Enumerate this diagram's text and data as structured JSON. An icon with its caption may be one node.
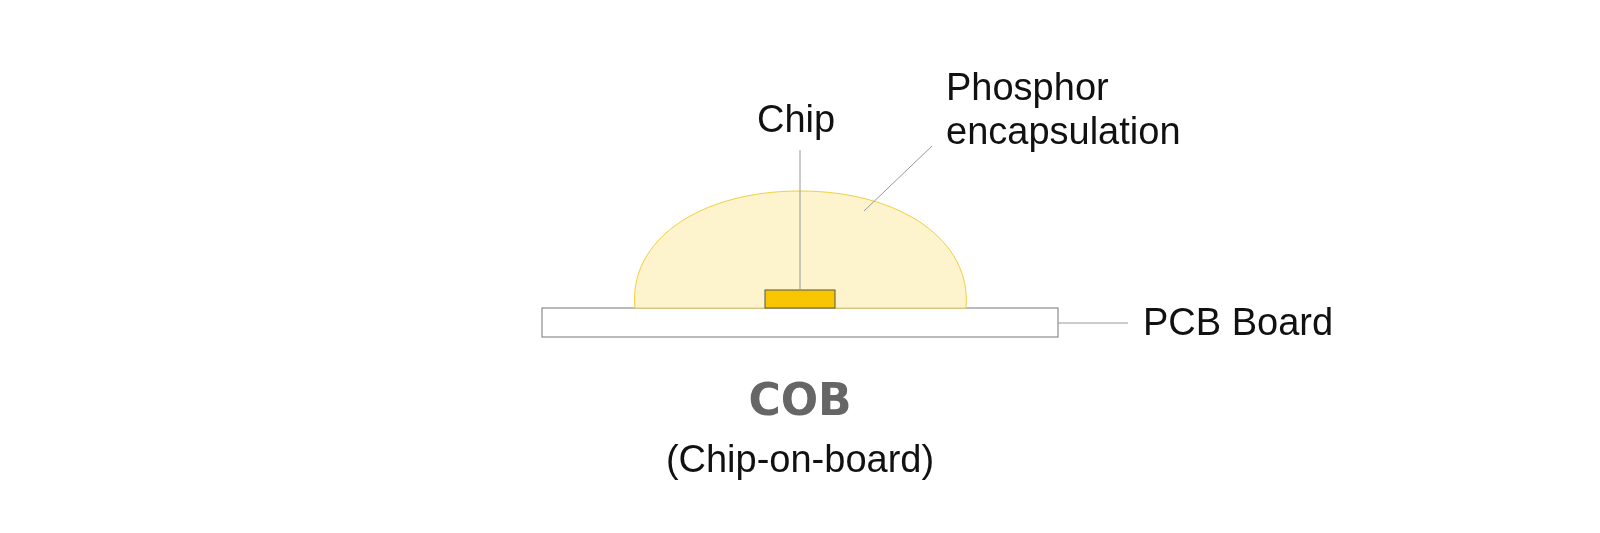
{
  "diagram": {
    "title": "COB",
    "caption": "(Chip-on-board)",
    "nodes": [
      {
        "text": [
          "Chip"
        ]
      },
      {
        "text": [
          "Phosphor encapsulation"
        ]
      },
      {
        "text": [
          "PCB Board"
        ]
      },
      {
        "text": [],
        "shape": "dome"
      },
      {
        "text": [],
        "shape": "box",
        "in": 3
      },
      {
        "text": [],
        "shape": "bar"
      }
    ],
    "edges": [
      {
        "from": 0,
        "to": 4,
        "arrow": "none"
      },
      {
        "from": 1,
        "to": 3,
        "arrow": "none"
      },
      {
        "from": 2,
        "to": 5,
        "arrow": "none"
      }
    ]
  }
}
